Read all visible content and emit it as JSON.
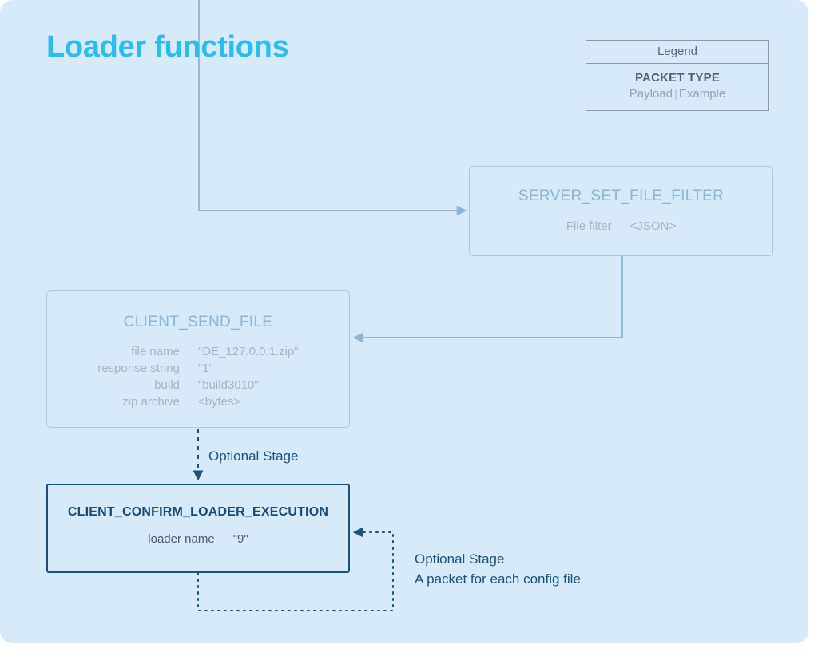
{
  "page": {
    "title": "Loader functions",
    "background_color": "#d6eaf9",
    "title_color": "#2bbdf0",
    "highlight_color": "#17537f",
    "muted_color": "#8cb4d4"
  },
  "legend": {
    "header": "Legend",
    "packet_type": "PACKET TYPE",
    "payload_label": "Payload",
    "separator": "|",
    "example_label": "Example"
  },
  "packets": [
    {
      "id": "server-set-file-filter",
      "title": "SERVER_SET_FILE_FILTER",
      "rows": [
        {
          "key": "File filter",
          "value": "<JSON>"
        }
      ]
    },
    {
      "id": "client-send-file",
      "title": "CLIENT_SEND_FILE",
      "rows": [
        {
          "key": "file name",
          "value": "\"DE_127.0.0.1.zip\""
        },
        {
          "key": "response string",
          "value": "\"1\""
        },
        {
          "key": "build",
          "value": "\"build3010\""
        },
        {
          "key": "zip archive",
          "value": "<bytes>"
        }
      ]
    },
    {
      "id": "client-confirm-loader-execution",
      "title": "CLIENT_CONFIRM_LOADER_EXECUTION",
      "highlighted": true,
      "rows": [
        {
          "key": "loader name",
          "value": "\"9\""
        }
      ]
    }
  ],
  "annotations": {
    "optional_stage_1": "Optional Stage",
    "optional_stage_2_line1": "Optional Stage",
    "optional_stage_2_line2": "A packet for each config file"
  }
}
